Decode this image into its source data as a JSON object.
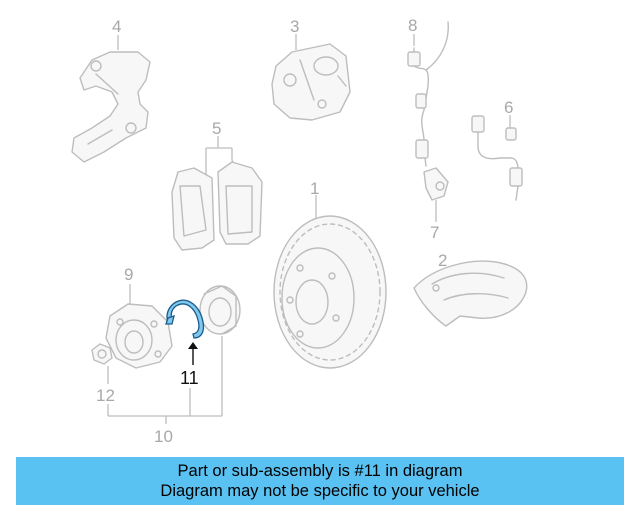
{
  "diagram": {
    "callouts": {
      "c1": "1",
      "c2": "2",
      "c3": "3",
      "c4": "4",
      "c5": "5",
      "c6": "6",
      "c7": "7",
      "c8": "8",
      "c9": "9",
      "c10": "10",
      "c11": "11",
      "c12": "12"
    },
    "highlighted_part": "11",
    "highlight_color": "#7fc8ee",
    "line_color": "#bdbdbd"
  },
  "banner": {
    "line1": "Part or sub-assembly is #11 in diagram",
    "line2": "Diagram may not be specific to your vehicle",
    "background": "#5ac2f2"
  }
}
